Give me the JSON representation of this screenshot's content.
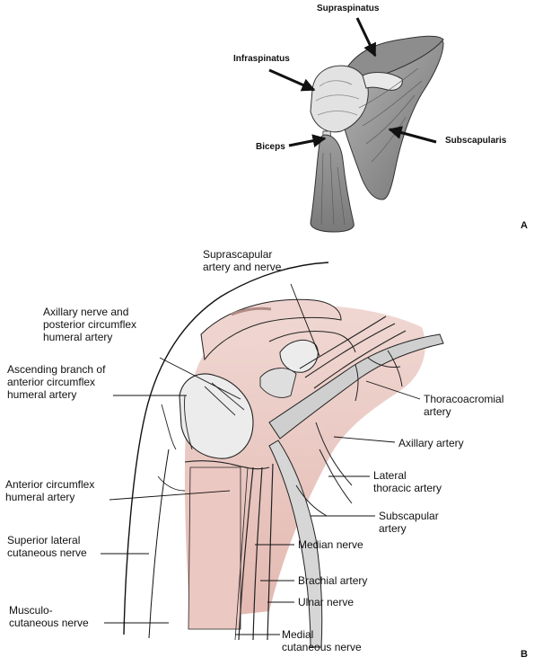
{
  "panel_a": {
    "panel_letter": "A",
    "labels": {
      "supraspinatus": "Supraspinatus",
      "infraspinatus": "Infraspinatus",
      "biceps": "Biceps",
      "subscapularis": "Subscapularis"
    }
  },
  "panel_b": {
    "panel_letter": "B",
    "labels": {
      "suprascapular": [
        "Suprascapular",
        "artery and nerve"
      ],
      "axillary_nerve": [
        "Axillary nerve and",
        "posterior circumflex",
        "humeral artery"
      ],
      "ascending_branch": [
        "Ascending branch of",
        "anterior circumflex",
        "humeral artery"
      ],
      "thoracoacromial": [
        "Thoracoacromial",
        "artery"
      ],
      "axillary_artery": "Axillary artery",
      "lateral_thoracic": [
        "Lateral",
        "thoracic artery"
      ],
      "anterior_circumflex": [
        "Anterior circumflex",
        "humeral artery"
      ],
      "subscapular": [
        "Subscapular",
        "artery"
      ],
      "superior_lateral": [
        "Superior lateral",
        "cutaneous nerve"
      ],
      "median_nerve": "Median nerve",
      "brachial_artery": "Brachial artery",
      "ulnar_nerve": "Ulnar nerve",
      "musculocutaneous": [
        "Musculo-",
        "cutaneous nerve"
      ],
      "medial_cutaneous": [
        "Medial",
        "cutaneous nerve"
      ]
    }
  },
  "colors": {
    "muscle_gray": "#9a9a9a",
    "bone_light": "#e4e4e4",
    "muscle_pink": "#e9c9c4",
    "vessel_gray": "#cfcfcf",
    "ink": "#1a1a1a"
  }
}
